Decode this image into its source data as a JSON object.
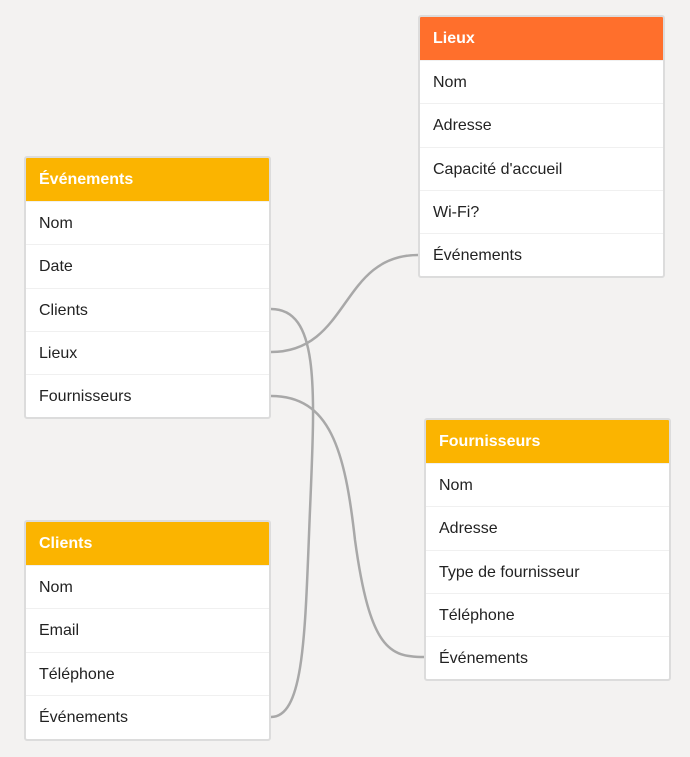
{
  "colors": {
    "header_yellow": "#fbb400",
    "header_orange": "#ff6f2c",
    "link": "#a8a8a8"
  },
  "tables": {
    "evenements": {
      "title": "Événements",
      "fields": [
        "Nom",
        "Date",
        "Clients",
        "Lieux",
        "Fournisseurs"
      ]
    },
    "lieux": {
      "title": "Lieux",
      "fields": [
        "Nom",
        "Adresse",
        "Capacité d'accueil",
        "Wi-Fi?",
        "Événements"
      ]
    },
    "clients": {
      "title": "Clients",
      "fields": [
        "Nom",
        "Email",
        "Téléphone",
        "Événements"
      ]
    },
    "fournisseurs": {
      "title": "Fournisseurs",
      "fields": [
        "Nom",
        "Adresse",
        "Type de fournisseur",
        "Téléphone",
        "Événements"
      ]
    }
  }
}
